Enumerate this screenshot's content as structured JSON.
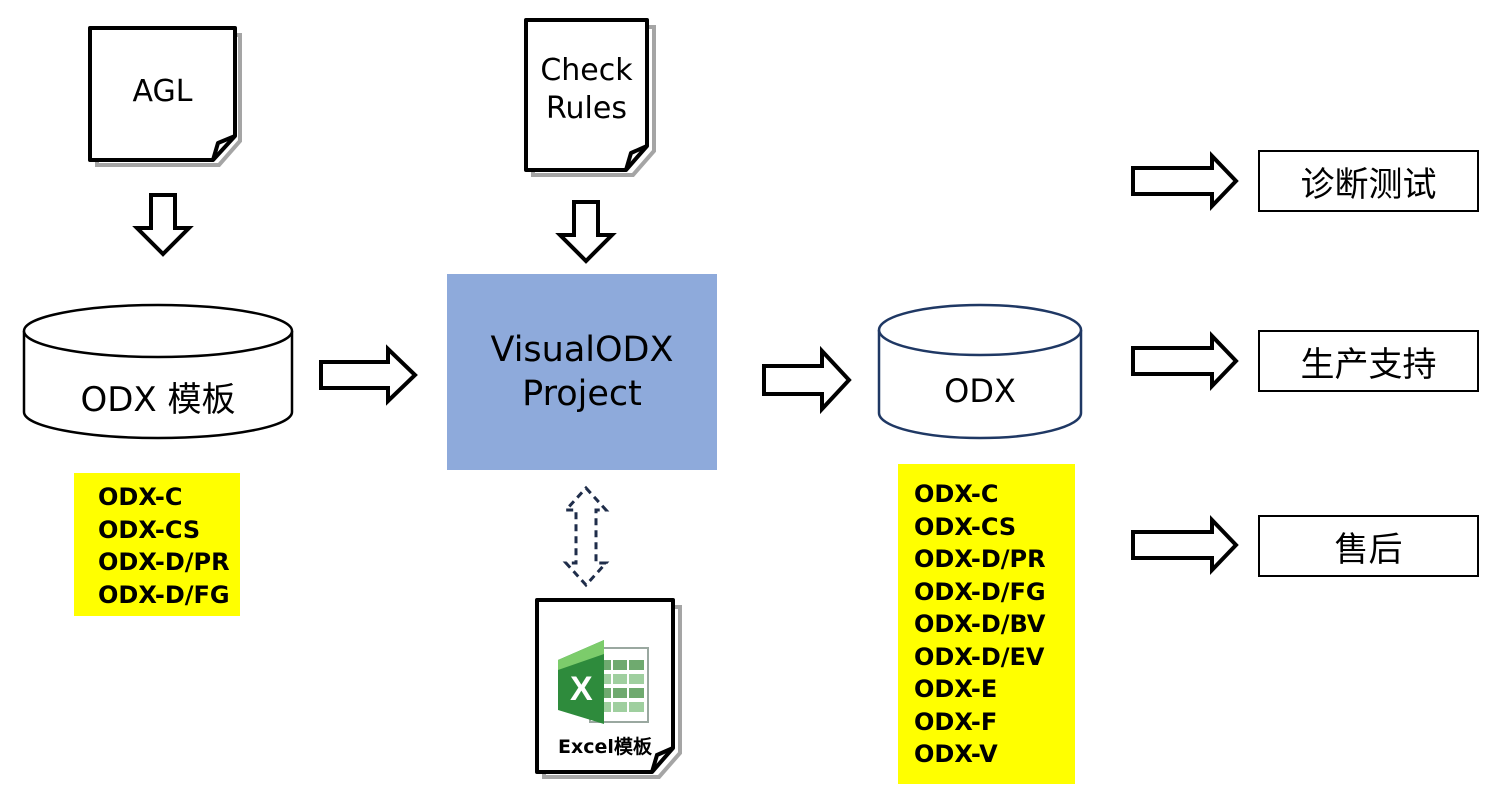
{
  "inputs": {
    "agl": "AGL",
    "check_rules_line1": "Check",
    "check_rules_line2": "Rules"
  },
  "odx_template": {
    "label": "ODX 模板",
    "formats": [
      "ODX-C",
      "ODX-CS",
      "ODX-D/PR",
      "ODX-D/FG"
    ]
  },
  "project": {
    "line1": "VisualODX",
    "line2": "Project"
  },
  "excel": {
    "label": "Excel模板",
    "icon": "excel-icon"
  },
  "odx_output": {
    "label": "ODX",
    "formats": [
      "ODX-C",
      "ODX-CS",
      "ODX-D/PR",
      "ODX-D/FG",
      "ODX-D/BV",
      "ODX-D/EV",
      "ODX-E",
      "ODX-F",
      "ODX-V"
    ]
  },
  "applications": [
    "诊断测试",
    "生产支持",
    "售后"
  ],
  "colors": {
    "project_fill": "#8eaadb",
    "highlight": "#ffff00",
    "odx_outline": "#1f3864",
    "excel_green": "#1e7145"
  }
}
